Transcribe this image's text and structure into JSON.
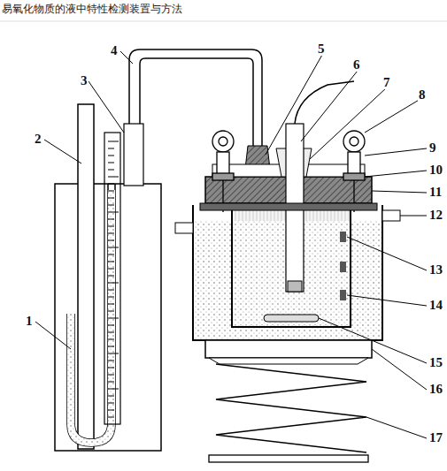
{
  "diagram": {
    "title": "易氧化物质的液中特性检测装置与方法",
    "labels": [
      "1",
      "2",
      "3",
      "4",
      "5",
      "6",
      "7",
      "8",
      "9",
      "10",
      "11",
      "12",
      "13",
      "14",
      "15",
      "16",
      "17"
    ]
  }
}
